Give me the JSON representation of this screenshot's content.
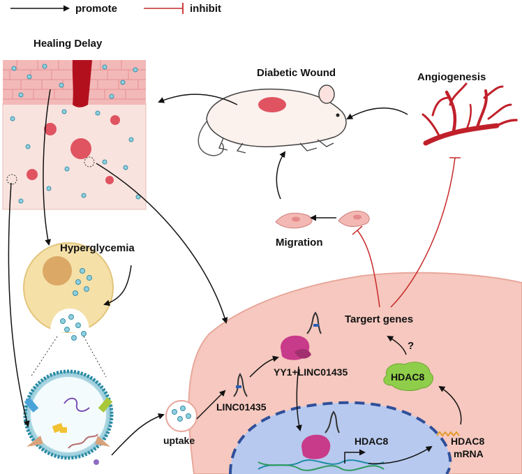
{
  "legend": {
    "promote_label": "promote",
    "inhibit_label": "inhibit",
    "promote_color": "#111111",
    "inhibit_color": "#c62828"
  },
  "labels": {
    "healing_delay": "Healing Delay",
    "diabetic_wound": "Diabetic Wound",
    "angiogenesis": "Angiogenesis",
    "hyperglycemia": "Hyperglycemia",
    "migration": "Migration",
    "target_genes": "Targert genes",
    "question_mark": "?",
    "hdac8_protein": "HDAC8",
    "yy1_complex": "YY1+LINC01435",
    "linc01435": "LINC01435",
    "uptake": "uptake",
    "hdac8_gene": "HDAC8",
    "hdac8_mrna_line1": "HDAC8",
    "hdac8_mrna_line2": "mRNA"
  },
  "colors": {
    "skin_top": "#f3b9b9",
    "skin_dermis": "#f9e3de",
    "wound": "#b3101e",
    "cell_body": "#f5e0a8",
    "recipient_cell": "#f6c8bf",
    "nucleus": "#b7c9ee",
    "vessel": "#c0202a",
    "hdac8_protein": "#8fce4a",
    "yy1_protein": "#c83a8a",
    "exosome": "#a9d9e4"
  }
}
